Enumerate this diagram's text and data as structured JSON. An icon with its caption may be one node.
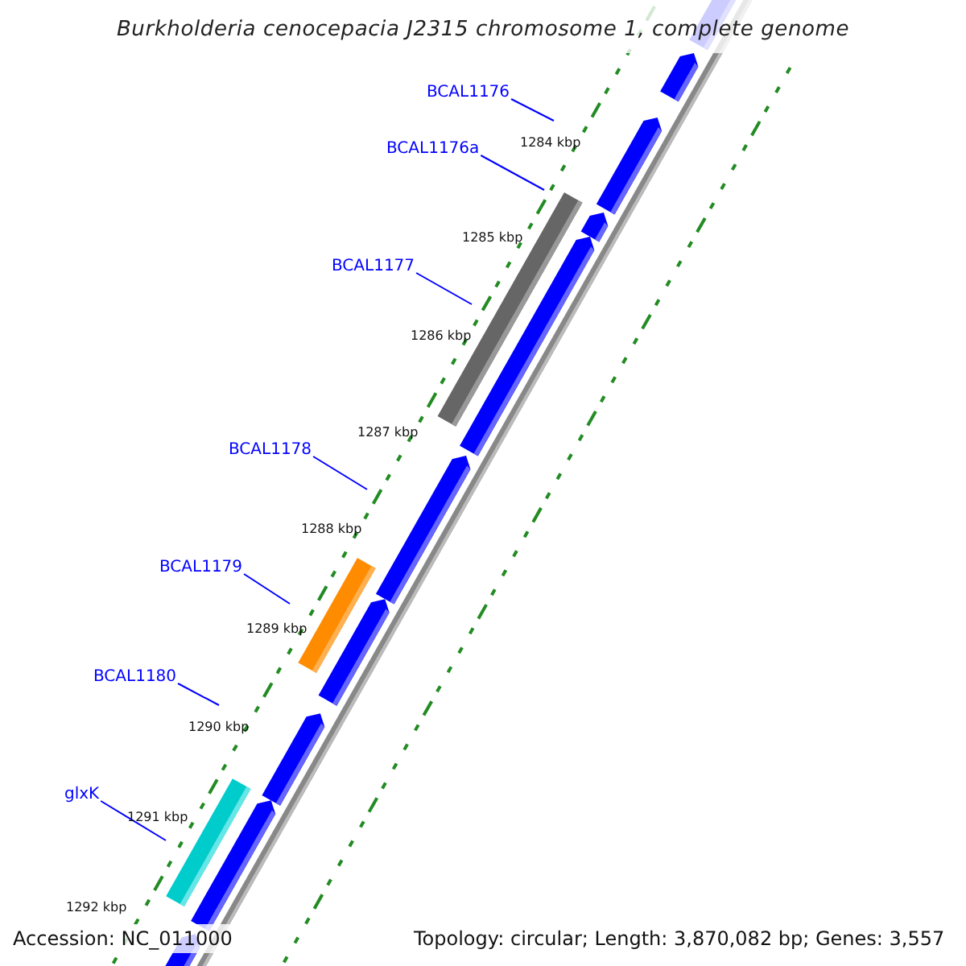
{
  "diagram": {
    "title": "Burkholderia cenocepacia J2315 chromosome 1, complete genome",
    "nodes": [
      {
        "text": [
          "BCAL1176"
        ]
      },
      {
        "text": [
          "BCAL1176a"
        ]
      },
      {
        "text": [
          "BCAL1177"
        ]
      },
      {
        "text": [
          "BCAL1178"
        ]
      },
      {
        "text": [
          "BCAL1179"
        ]
      },
      {
        "text": [
          "BCAL1180"
        ]
      },
      {
        "text": [
          "glxK"
        ]
      }
    ],
    "edges": [
      {
        "from": 0,
        "to": null,
        "arrow": "none"
      },
      {
        "from": 1,
        "to": null,
        "arrow": "none"
      },
      {
        "from": 2,
        "to": null,
        "arrow": "none"
      },
      {
        "from": 3,
        "to": null,
        "arrow": "none"
      },
      {
        "from": 4,
        "to": null,
        "arrow": "none"
      },
      {
        "from": 5,
        "to": null,
        "arrow": "none"
      },
      {
        "from": 6,
        "to": null,
        "arrow": "none"
      }
    ],
    "labels": [
      "1284 kbp",
      "1285 kbp",
      "1286 kbp",
      "1287 kbp",
      "1288 kbp",
      "1289 kbp",
      "1290 kbp",
      "1291 kbp",
      "1292 kbp",
      "Accession: NC_011000",
      "Topology: circular; Length: 3,870,082 bp; Genes: 3,557"
    ]
  }
}
